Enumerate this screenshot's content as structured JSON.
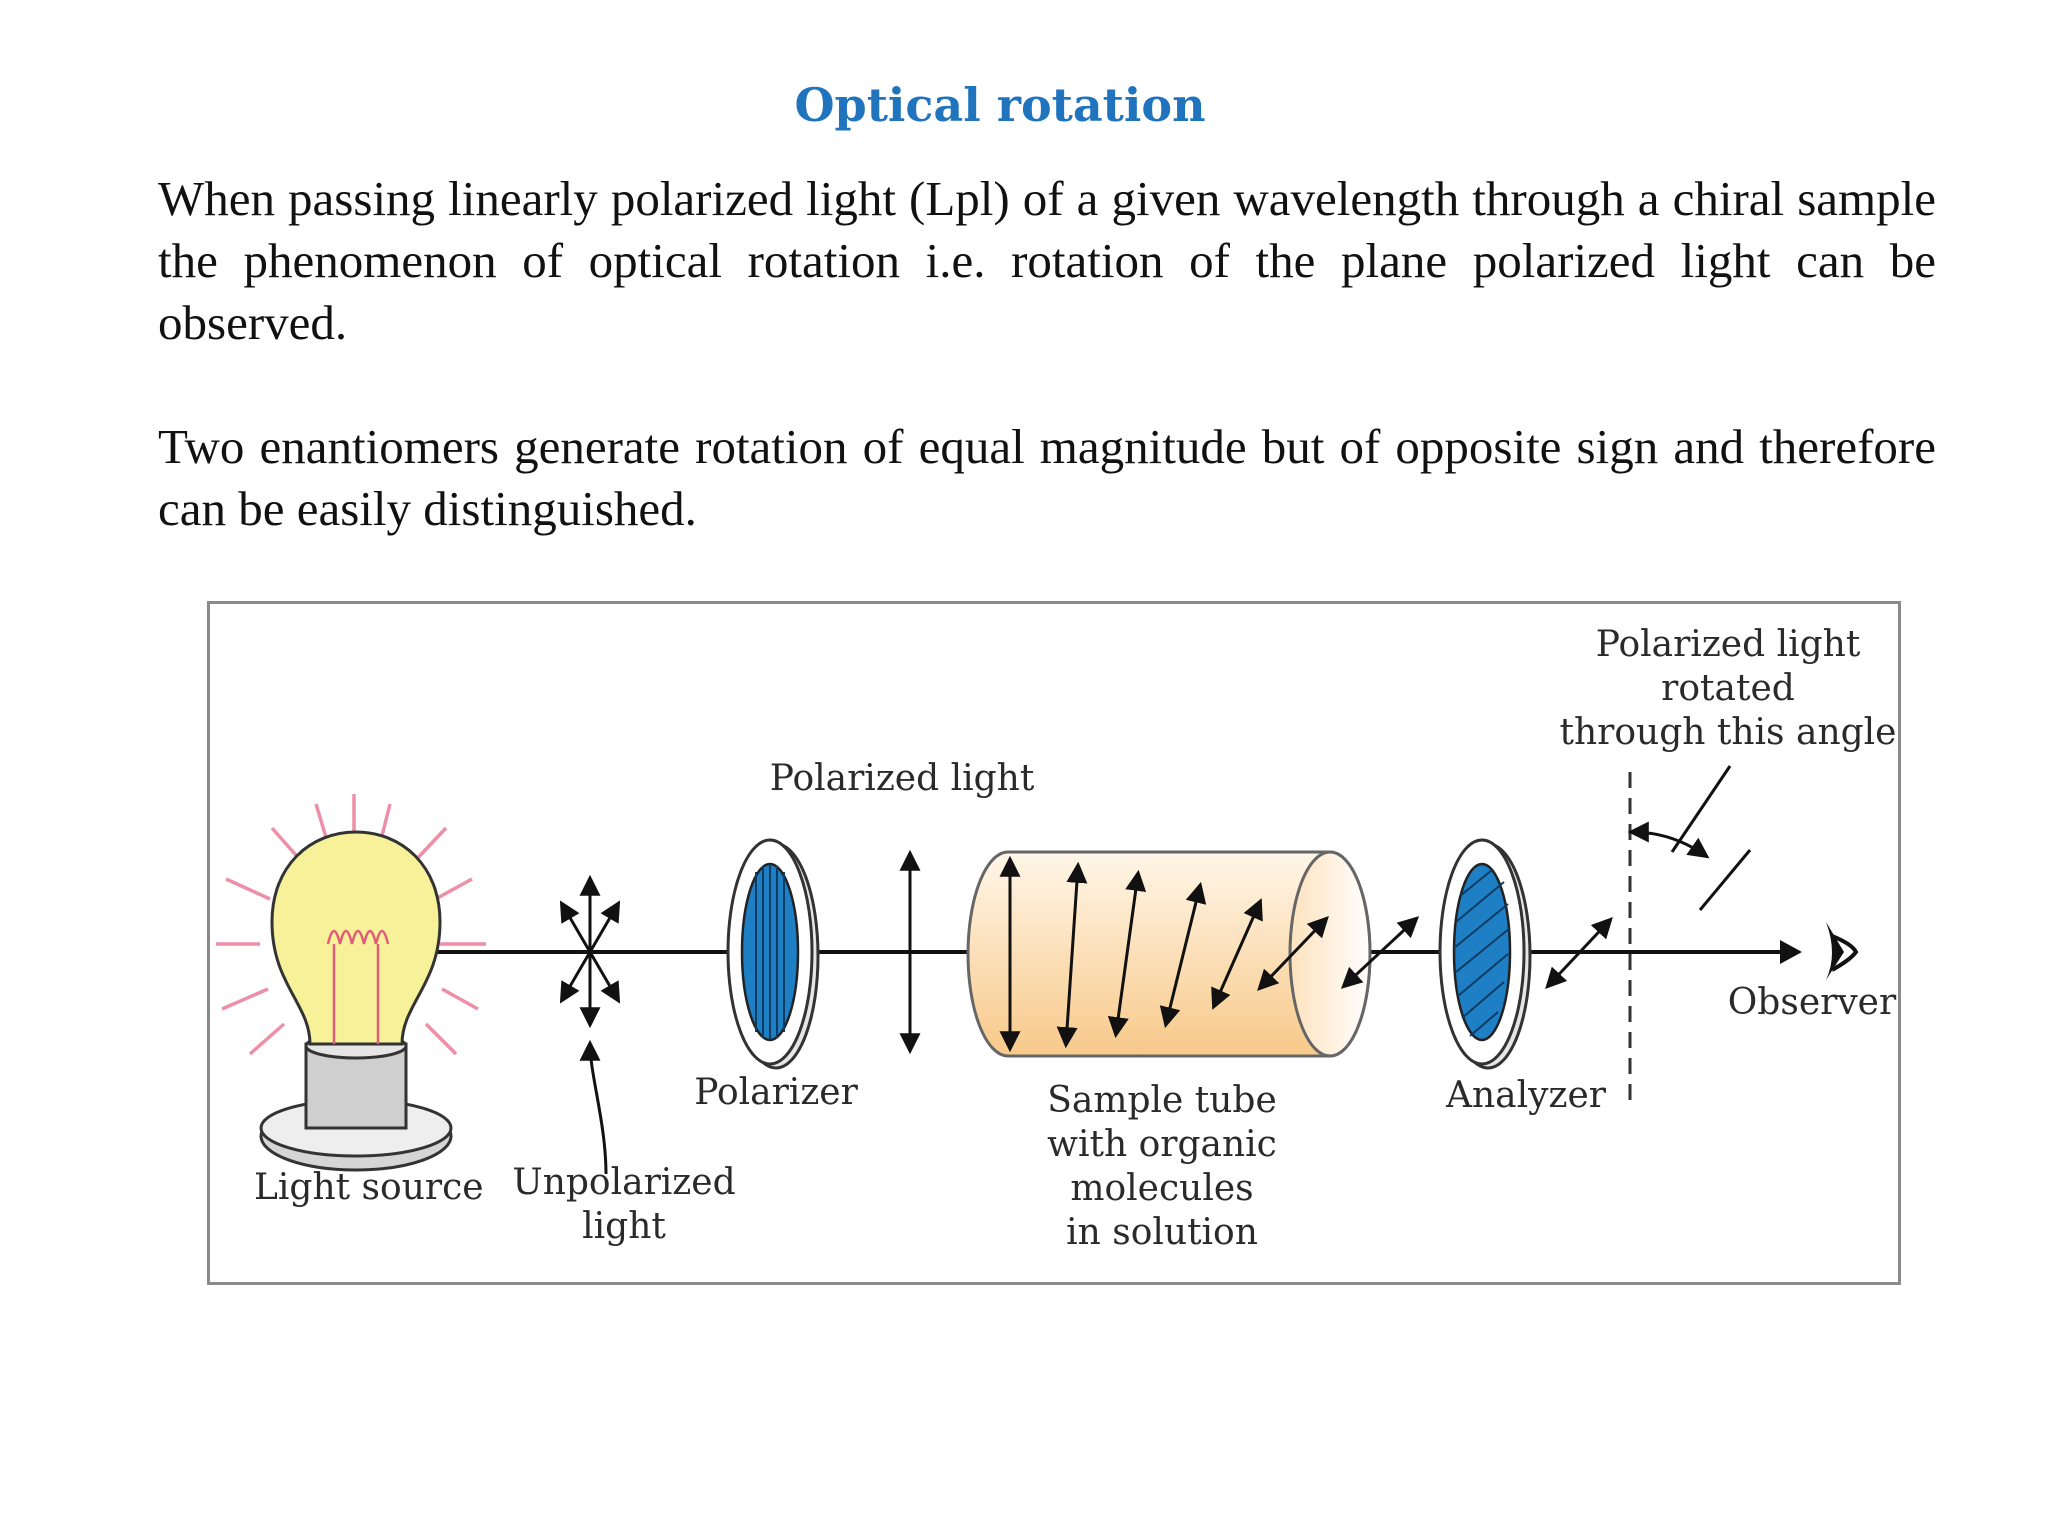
{
  "page": {
    "title": "Optical rotation",
    "paragraph1": "When passing linearly polarized light (Lpl) of a given wavelength through a chiral sample the phenomenon of optical rotation i.e. rotation of the plane polarized light can be observed.",
    "paragraph2": "Two enantiomers generate rotation of equal magnitude but of opposite sign and therefore can be easily distinguished."
  },
  "figure": {
    "labels": {
      "light_source": "Light source",
      "unpolarized_1": "Unpolarized",
      "unpolarized_2": "light",
      "polarizer": "Polarizer",
      "polarized_light": "Polarized light",
      "sample_1": "Sample tube",
      "sample_2": "with organic",
      "sample_3": "molecules",
      "sample_4": "in solution",
      "analyzer": "Analyzer",
      "rotated_1": "Polarized light",
      "rotated_2": "rotated",
      "rotated_3": "through this angle",
      "observer": "Observer"
    },
    "colors": {
      "filter_blue": "#1e7fc4",
      "bulb_yellow": "#f7f29a",
      "ray_pink": "#ee8fa8",
      "tube_orange": "#f8c98a"
    }
  }
}
